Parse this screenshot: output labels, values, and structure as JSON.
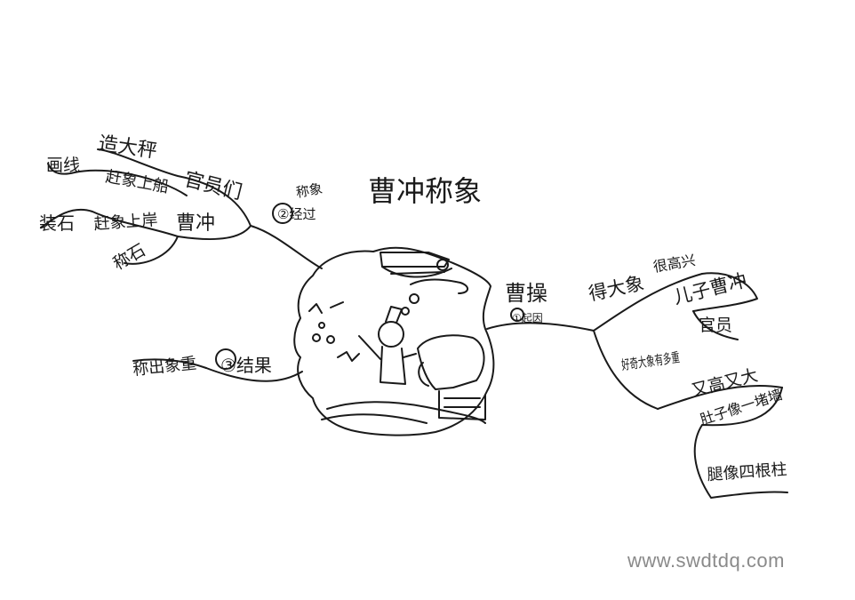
{
  "title": "曹冲称象",
  "branches": {
    "qiyin": {
      "number_label": "①起因",
      "main": "曹操",
      "children": {
        "de_da_xiang": "得大象",
        "hen_gao_xing": "很高兴",
        "er_zi": "儿子曹冲",
        "guan_yuan": "官员",
        "hao_qi": "好奇大象有多重",
        "you_gao_you_da": "又高又大",
        "du_zi": "肚子像一堵墙",
        "tui": "腿像四根柱"
      }
    },
    "jingguo": {
      "number_label": "②经过",
      "main": "称象",
      "center": "曹冲",
      "children": {
        "zao_da_cheng": "造大秤",
        "guan_yuan_men": "官员们",
        "hua_xian": "画线",
        "gan_xiang_shang_chuan": "赶象上船",
        "zhuang_shi": "装石",
        "gan_xiang_shang_an": "赶象上岸",
        "cheng_shi": "称石"
      }
    },
    "jieguo": {
      "number_label": "③结果",
      "main": "称出象重"
    }
  },
  "watermark": "www.swdtdq.com"
}
